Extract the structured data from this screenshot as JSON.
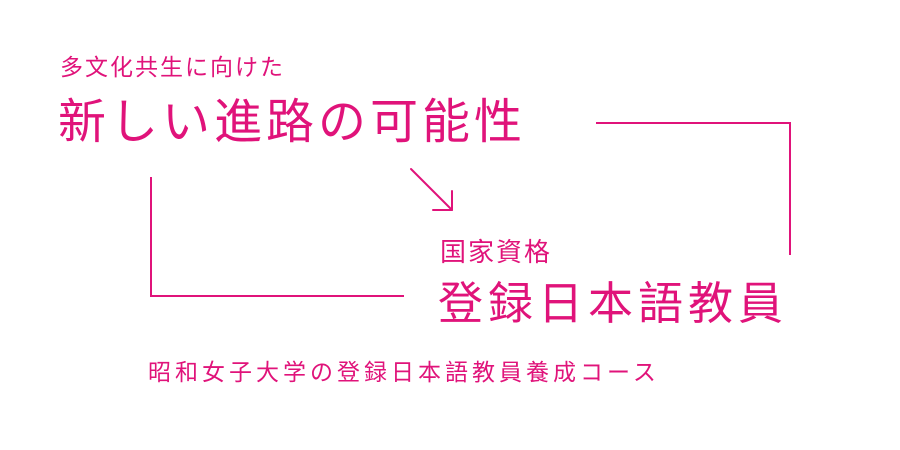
{
  "colors": {
    "accent": "#e0137a",
    "background": "#ffffff"
  },
  "heading": {
    "subtitle": "多文化共生に向けた",
    "title": "新しい進路の可能性"
  },
  "qualification": {
    "subtitle": "国家資格",
    "title": "登録日本語教員"
  },
  "footer": {
    "text": "昭和女子大学の登録日本語教員養成コース"
  },
  "icons": {
    "arrow": "diagonal-down-right-arrow-icon"
  }
}
